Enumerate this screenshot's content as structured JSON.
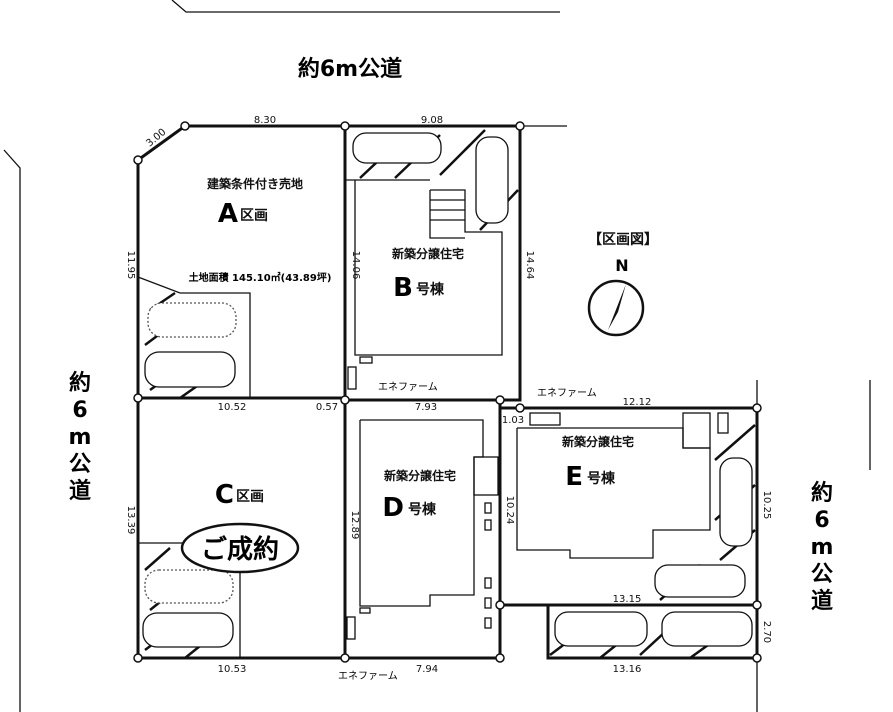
{
  "roads": {
    "top": "約6m公道",
    "left": [
      "約",
      "6",
      "m",
      "公",
      "道"
    ],
    "right": [
      "約",
      "6",
      "m",
      "公",
      "道"
    ]
  },
  "legend_title": "【区画図】",
  "compass": {
    "label": "N"
  },
  "lots": {
    "A": {
      "caption": "建築条件付き売地",
      "letter": "A",
      "suffix": "区画",
      "area": "土地面積 145.10㎡(43.89坪)"
    },
    "B": {
      "caption": "新築分譲住宅",
      "letter": "B",
      "suffix": "号棟"
    },
    "C": {
      "letter": "C",
      "suffix": "区画",
      "status": "ご成約"
    },
    "D": {
      "caption": "新築分譲住宅",
      "letter": "D",
      "suffix": "号棟"
    },
    "E": {
      "caption": "新築分譲住宅",
      "letter": "E",
      "suffix": "号棟"
    }
  },
  "equipment_label": "エネファーム",
  "dimensions": {
    "a_top": "8.30",
    "a_corner": "3.00",
    "a_left": "11.95",
    "a_bottom": "10.52",
    "gap": "0.57",
    "b_top": "9.08",
    "b_left": "14.06",
    "b_right": "14.64",
    "b_bottom": "7.93",
    "c_left": "13.39",
    "c_bottom": "10.53",
    "d_left": "12.89",
    "d_bottom": "7.94",
    "e_offset": "1.03",
    "e_top": "12.12",
    "e_left": "10.24",
    "e_right": "10.25",
    "e_bottom": "13.15",
    "p_right": "2.70",
    "p_bottom": "13.16"
  }
}
